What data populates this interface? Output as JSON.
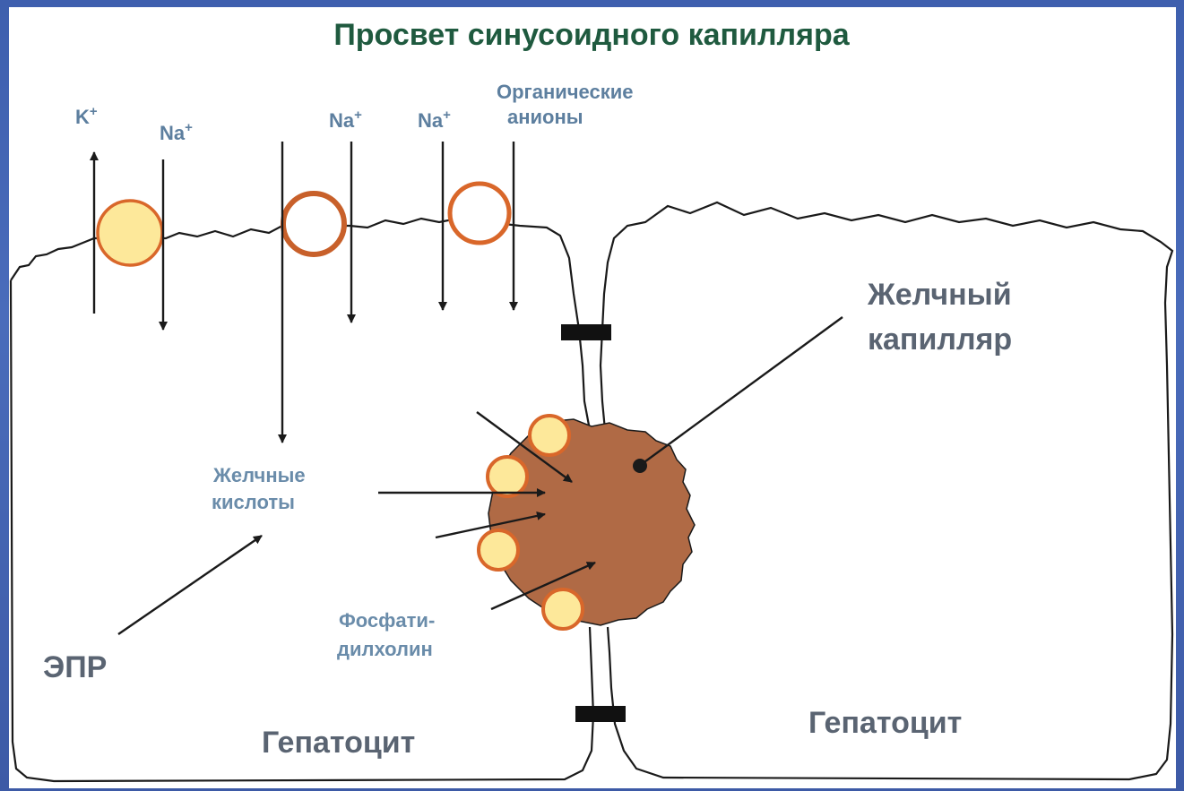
{
  "title": "Просвет синусоидного капилляра",
  "labels": {
    "k": "K",
    "k_sup": "+",
    "na1": "Na",
    "na2": "Na",
    "na3": "Na",
    "na_sup": "+",
    "organic_anions_1": "Органические",
    "organic_anions_2": "анионы",
    "bile_capillary_1": "Желчный",
    "bile_capillary_2": "капилляр",
    "bile_acids_1": "Желчные",
    "bile_acids_2": "кислоты",
    "phosphatidylcholine_1": "Фосфати-",
    "phosphatidylcholine_2": "дилхолин",
    "er": "ЭПР",
    "hepatocyte_left": "Гепатоцит",
    "hepatocyte_right": "Гепатоцит"
  },
  "colors": {
    "background": "#4a6cbb",
    "title": "#1f5a3f",
    "ion_text": "#5d7f9f",
    "big_label": "#5a6472",
    "transporter_fill": "#fde89a",
    "transporter_ring": "#d9672a",
    "bile_canaliculus": "#b06a45",
    "junction": "#111111"
  }
}
